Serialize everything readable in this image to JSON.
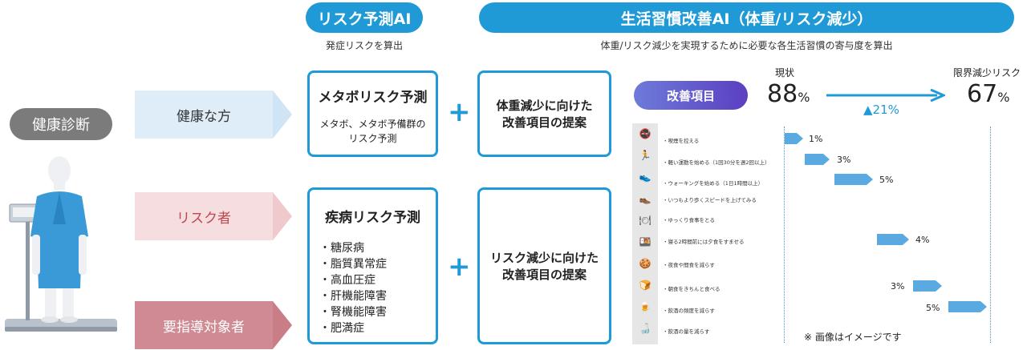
{
  "header": {
    "risk_ai": {
      "title": "リスク予測AI",
      "subtitle": "発症リスクを算出"
    },
    "lifestyle_ai": {
      "title": "生活習慣改善AI（体重/リスク減少）",
      "subtitle": "体重/リスク減少を実現するために必要な各生活習慣の寄与度を算出"
    }
  },
  "left": {
    "checkup_label": "健康診断",
    "categories": [
      {
        "label": "健康な方",
        "color": "#deedf8",
        "tip": "#cfe4f4",
        "text_color": "#333333"
      },
      {
        "label": "リスク者",
        "color": "#f5dde0",
        "tip": "#f0c9cd",
        "text_color": "#c0474f"
      },
      {
        "label": "要指導対象者",
        "color": "#cf8a93",
        "tip": "#c97d87",
        "text_color": "#ffffff"
      }
    ]
  },
  "metabo": {
    "title": "メタボリスク予測",
    "desc1": "メタボ、メタボ予備群の",
    "desc2": "リスク予測"
  },
  "disease": {
    "title": "疾病リスク予測",
    "items": [
      "糖尿病",
      "脂質異常症",
      "高血圧症",
      "肝機能障害",
      "腎機能障害",
      "肥満症"
    ]
  },
  "plus": "+",
  "proposal_weight": {
    "line1": "体重減少に向けた",
    "line2": "改善項目の提案"
  },
  "proposal_risk": {
    "line1": "リスク減少に向けた",
    "line2": "改善項目の提案"
  },
  "chart": {
    "tag": "改善項目",
    "current_label": "現状",
    "current_value": "88",
    "limit_label": "限界減少リスク",
    "limit_value": "67",
    "pct_unit": "%",
    "reduction": "▲21%",
    "note": "※ 画像はイメージです",
    "items": [
      {
        "label": "・喫煙を控える",
        "icon": "smoking-icon",
        "value": "1%"
      },
      {
        "label": "・軽い運動を始める（1回30分を週2回以上）",
        "icon": "exercise-icon",
        "value": "3%"
      },
      {
        "label": "・ウォーキングを始める（1日1時間以上）",
        "icon": "walking-icon",
        "value": "5%"
      },
      {
        "label": "・いつもより歩くスピードを上げてみる",
        "icon": "shoe-icon",
        "value": ""
      },
      {
        "label": "・ゆっくり食事をとる",
        "icon": "meal-icon",
        "value": ""
      },
      {
        "label": "・寝る2時間前には夕食をすませる",
        "icon": "dinner-icon",
        "value": "4%"
      },
      {
        "label": "・夜食や間食を減らす",
        "icon": "snack-icon",
        "value": ""
      },
      {
        "label": "・朝食をきちんと食べる",
        "icon": "breakfast-icon",
        "value": "3%"
      },
      {
        "label": "・飲酒の頻度を減らす",
        "icon": "drink-frequency-icon",
        "value": "5%"
      },
      {
        "label": "・飲酒の量を減らす",
        "icon": "drink-amount-icon",
        "value": ""
      }
    ]
  }
}
